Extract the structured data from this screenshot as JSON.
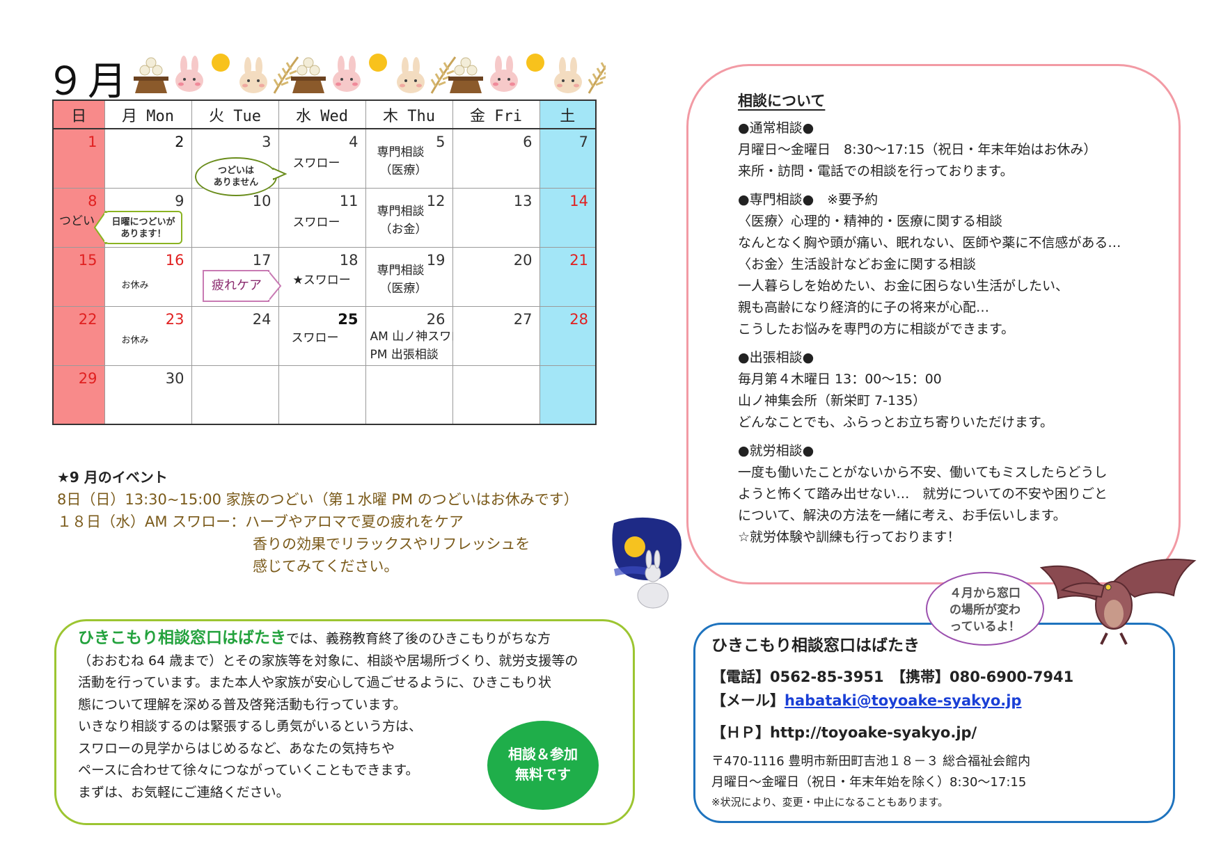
{
  "month_title": "９月",
  "weekday_headers": [
    "日",
    "月 Mon",
    "火 Tue",
    "水 Wed",
    "木 Thu",
    "金 Fri",
    "土"
  ],
  "calendar": {
    "rows": [
      [
        "1",
        "2",
        "3",
        "4",
        "5",
        "6",
        "7"
      ],
      [
        "8",
        "9",
        "10",
        "11",
        "12",
        "13",
        "14"
      ],
      [
        "15",
        "16",
        "17",
        "18",
        "19",
        "20",
        "21"
      ],
      [
        "22",
        "23",
        "24",
        "25",
        "26",
        "27",
        "28"
      ],
      [
        "29",
        "30",
        "",
        "",
        "",
        "",
        ""
      ]
    ],
    "notes": {
      "swallow": "スワロー",
      "swallow_star": "★スワロー",
      "senmon": "専門相談",
      "iryo": "（医療）",
      "okane": "（お金）",
      "tsudoi": "つどい",
      "oyasumi": "お休み",
      "am": "AM 山ノ神スワロー",
      "pm": "PM 出張相談",
      "no_tsudoi_1": "つどいは",
      "no_tsudoi_2": "ありません",
      "sunday_tsudoi_1": "日曜につどいが",
      "sunday_tsudoi_2": "あります！",
      "tsukare_care": "疲れケア"
    }
  },
  "events": {
    "title": "★9 月のイベント",
    "line1": "8日（日）13:30~15:00 家族のつどい（第１水曜 PM のつどいはお休みです）",
    "line2": "１８日（水）AM スワロー：ハーブやアロマで夏の疲れをケア",
    "line3": "香りの効果でリラックスやリフレッシュを",
    "line4": "感じてみてください。"
  },
  "consult": {
    "heading": "相談について",
    "normal_title": "●通常相談●",
    "normal_1": "月曜日～金曜日　8:30～17:15（祝日・年末年始はお休み）",
    "normal_2": "来所・訪問・電話での相談を行っております。",
    "special_title": "●専門相談●　※要予約",
    "special_1": "〈医療〉心理的・精神的・医療に関する相談",
    "special_2": "なんとなく胸や頭が痛い、眠れない、医師や薬に不信感がある…",
    "special_3": "〈お金〉生活設計などお金に関する相談",
    "special_4": "一人暮らしを始めたい、お金に困らない生活がしたい、",
    "special_5": "親も高齢になり経済的に子の将来が心配…",
    "special_6": "こうしたお悩みを専門の方に相談ができます。",
    "trip_title": "●出張相談●",
    "trip_1": "毎月第４木曜日 13：00～15：00",
    "trip_2": "山ノ神集会所（新栄町 7-135）",
    "trip_3": "どんなことでも、ふらっとお立ち寄りいただけます。",
    "work_title": "●就労相談●",
    "work_1": "一度も働いたことがないから不安、働いてもミスしたらどうし",
    "work_2": "ようと怖くて踏み出せない…　就労についての不安や困りごと",
    "work_3": "について、解決の方法を一緒に考え、お手伝いします。",
    "work_4": "☆就労体験や訓練も行っております！"
  },
  "hiki": {
    "brand": "ひきこもり相談窓口はばたき",
    "line1_rest": "では、義務教育終了後のひきこもりがちな方",
    "line2": "（おおむね 64 歳まで）とその家族等を対象に、相談や居場所づくり、就労支援等の",
    "line3": "活動を行っています。また本人や家族が安心して過ごせるように、ひきこもり状",
    "line4": "態について理解を深める普及啓発活動も行っています。",
    "line5": "いきなり相談するのは緊張するし勇気がいるという方は、",
    "line6": "スワローの見学からはじめるなど、あなたの気持ちや",
    "line7": "ペースに合わせて徐々につながっていくこともできます。",
    "line8": "まずは、お気軽にご連絡ください。",
    "badge_1": "相談＆参加",
    "badge_2": "無料です"
  },
  "contact": {
    "title": "ひきこもり相談窓口はばたき",
    "phone": "【電話】0562-85-3951　【携帯】080-6900-7941",
    "mail_label": "【メール】",
    "mail": "habataki@toyoake-syakyo.jp",
    "hp": "【ＨＰ】http://toyoake-syakyo.jp/",
    "address": "〒470-1116 豊明市新田町吉池１８－３ 総合福祉会館内",
    "hours": "月曜日～金曜日（祝日・年末年始を除く）8:30～17:15",
    "note": "※状況により、変更・中止になることもあります。"
  },
  "move_bubble": {
    "line1": "４月から窓口",
    "line2": "の場所が変わ",
    "line3": "っているよ！"
  },
  "colors": {
    "sunday": "#f88a8a",
    "saturday": "#a3e6f7",
    "consult_border": "#f29aa4",
    "hiki_border": "#9cc531",
    "brand_green": "#23a23d",
    "contact_border": "#1e73be",
    "badge_green": "#1fae4a"
  }
}
